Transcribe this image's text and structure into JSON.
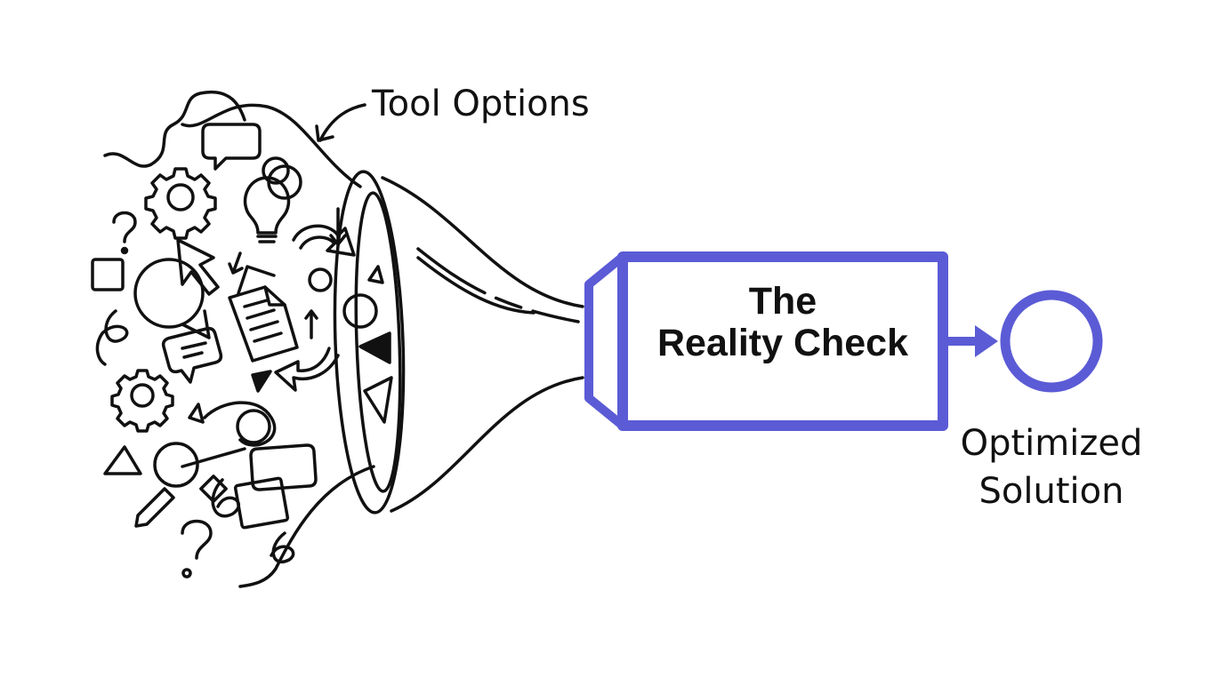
{
  "diagram": {
    "top_label": "Tool Options",
    "box_title_line1": "The",
    "box_title_line2": "Reality Check",
    "output_label_line1": "Optimized",
    "output_label_line2": "Solution",
    "colors": {
      "ink": "#111111",
      "accent": "#5b5bd6",
      "background": "#ffffff"
    },
    "icons": [
      "gear-icon",
      "speech-bubble-icon",
      "lightbulb-icon",
      "document-icon",
      "question-mark-icon",
      "arrow-icon",
      "triangle-icon",
      "square-icon",
      "circle-icon"
    ]
  }
}
